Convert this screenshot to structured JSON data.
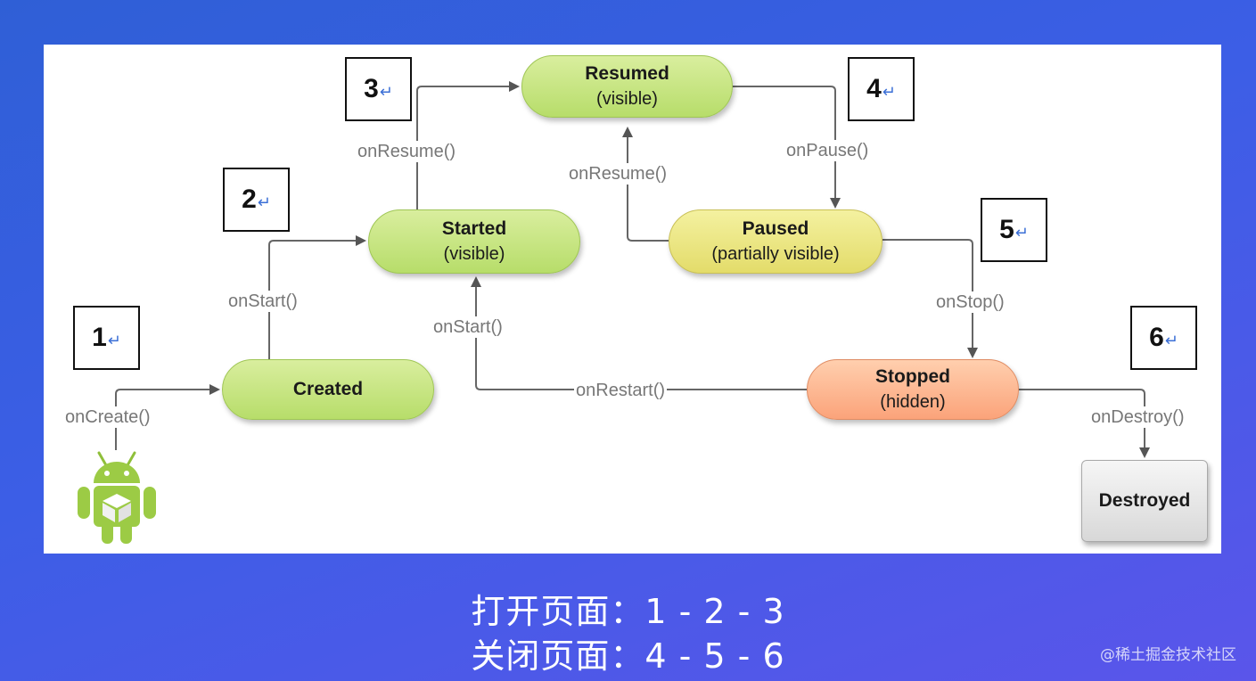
{
  "diagram": {
    "states": {
      "created": {
        "label": "Created"
      },
      "started": {
        "label": "Started",
        "sub": "(visible)"
      },
      "resumed": {
        "label": "Resumed",
        "sub": "(visible)"
      },
      "paused": {
        "label": "Paused",
        "sub": "(partially visible)"
      },
      "stopped": {
        "label": "Stopped",
        "sub": "(hidden)"
      },
      "destroyed": {
        "label": "Destroyed"
      }
    },
    "callbacks": {
      "on_create": "onCreate()",
      "on_start_1": "onStart()",
      "on_resume_1": "onResume()",
      "on_pause": "onPause()",
      "on_resume_2": "onResume()",
      "on_stop": "onStop()",
      "on_start_2": "onStart()",
      "on_restart": "onRestart()",
      "on_destroy": "onDestroy()"
    },
    "step_markers": [
      "1",
      "2",
      "3",
      "4",
      "5",
      "6"
    ],
    "return_symbol": "↵"
  },
  "caption": {
    "open_line": "打开页面：1 - 2 - 3",
    "close_line": "关闭页面：4 - 5 - 6"
  },
  "watermark": "@稀土掘金技术社区",
  "colors": {
    "green": "#b7dd6a",
    "yellow": "#e3dc6a",
    "orange": "#fba37a",
    "arrow": "#555555",
    "background": "#3c5ee6"
  }
}
